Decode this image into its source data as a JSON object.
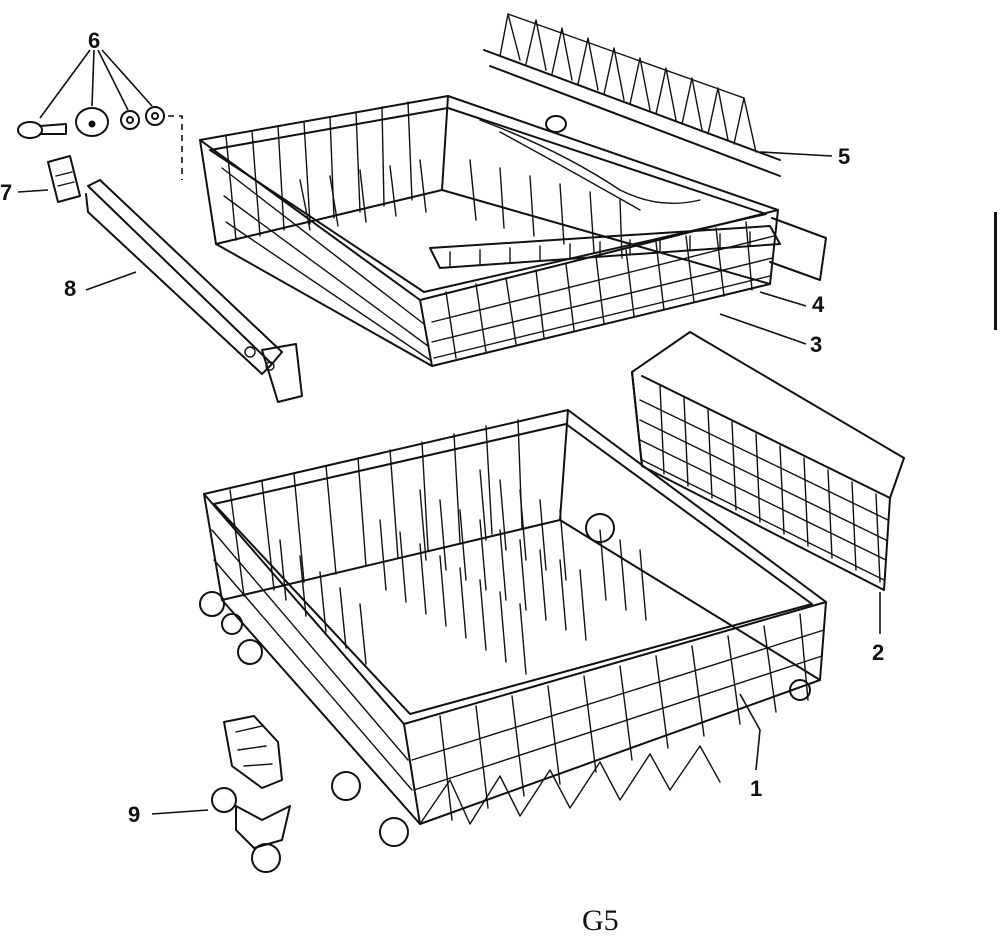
{
  "diagram": {
    "callouts": {
      "c1": "1",
      "c2": "2",
      "c3": "3",
      "c4": "4",
      "c5": "5",
      "c6": "6",
      "c7": "7",
      "c8": "8",
      "c9": "9"
    },
    "page_mark": "G5"
  }
}
